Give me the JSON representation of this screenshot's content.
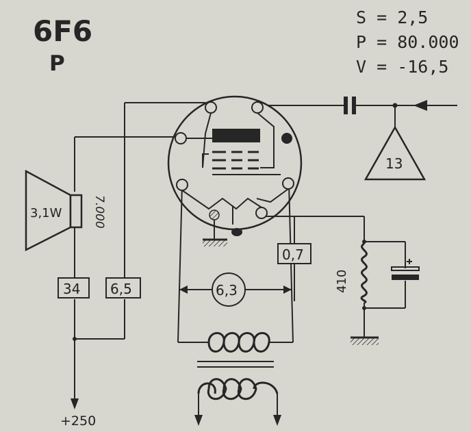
{
  "tube": {
    "type": "6F6",
    "subtitle": "P"
  },
  "params": {
    "S": "S = 2,5",
    "P": "P = 80.000",
    "V": "V = -16,5"
  },
  "speaker": {
    "power": "3,1W",
    "impedance": "7.000"
  },
  "resistors": {
    "r1": "34",
    "r2": "6,5",
    "r3": "0,7",
    "cathode": "410"
  },
  "heater": {
    "voltage": "6,3"
  },
  "input": {
    "stage": "13"
  },
  "supply": {
    "voltage": "+250"
  },
  "colors": {
    "background": "#d7d6cf",
    "ink": "#262626"
  }
}
